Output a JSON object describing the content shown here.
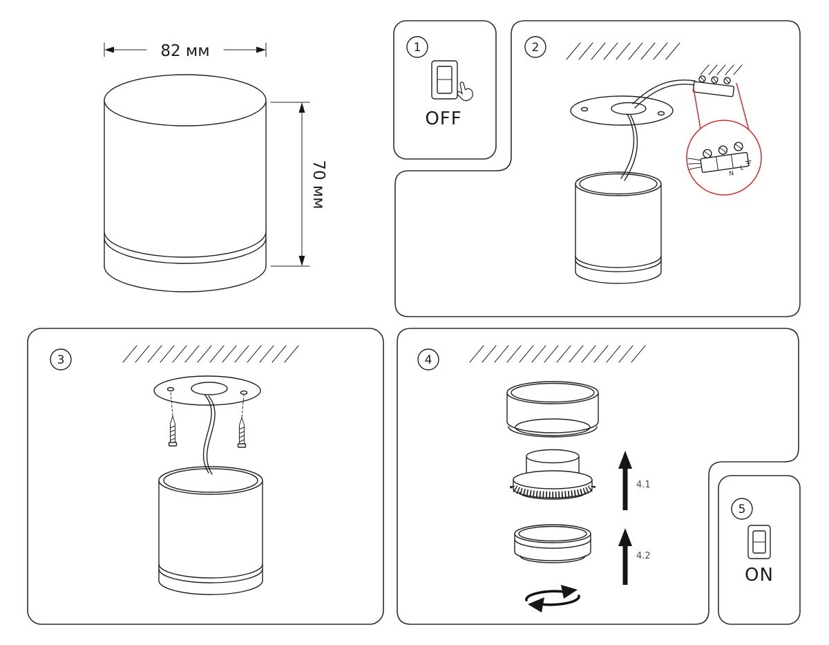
{
  "dimension_drawing": {
    "width_label": "82 мм",
    "height_label": "70 мм"
  },
  "steps": [
    {
      "number": "1",
      "label": "OFF"
    },
    {
      "number": "2"
    },
    {
      "number": "3"
    },
    {
      "number": "4",
      "arrow_labels": [
        "4.1",
        "4.2"
      ]
    },
    {
      "number": "5",
      "label": "ON"
    }
  ],
  "wiring_detail": {
    "neutral": "N",
    "line": "L"
  },
  "colors": {
    "line": "#1f1f1f",
    "accent_red": "#cf2a27",
    "background": "#ffffff"
  }
}
